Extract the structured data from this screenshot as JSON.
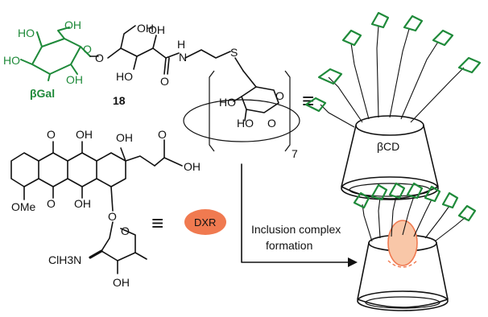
{
  "labels": {
    "ho1": "HO",
    "oh1": "OH",
    "ho2": "HO",
    "oh2": "OH",
    "bgal": "βGal",
    "o_link": "O",
    "oh_top": "OH",
    "ho3": "HO",
    "oh3": "OH",
    "h_amide": "H",
    "n_amide": "N",
    "o_amide": "O",
    "s": "S",
    "compound": "18",
    "ho_cd": "HO",
    "ho_cd2": "HO",
    "o_cd": "O",
    "o_cd2": "O",
    "seven": "7",
    "o_ring": "O",
    "o_top_dxr": "O",
    "oh_dxr1": "OH",
    "oh_dxr2": "OH",
    "oh_dxr3": "OH",
    "oh_dxr4": "OH",
    "ome": "OMe",
    "o_dxr": "O",
    "o_dxr2": "O",
    "o_ketone": "O",
    "clh3n": "ClH3N",
    "oh_bottom": "OH",
    "o_sugar": "O",
    "bcd": "βCD",
    "dxr": "DXR",
    "equiv": "≡",
    "inclusion_line1": "Inclusion complex",
    "inclusion_line2": "formation"
  },
  "colors": {
    "green": "#1f8a3a",
    "orange": "#f07a50",
    "orange_light": "#f9c7a8",
    "black": "#111111"
  }
}
